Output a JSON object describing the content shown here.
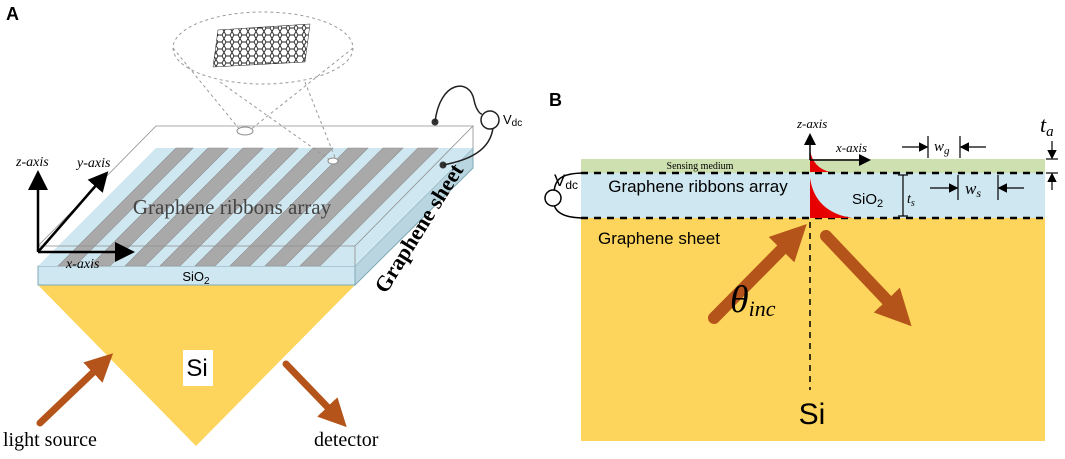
{
  "panel_a": {
    "letter": "A",
    "labels": {
      "z_axis": "z-axis",
      "y_axis": "y-axis",
      "x_axis": "x-axis",
      "ribbons": "Graphene ribbons array",
      "sio2": "SiO",
      "sio2_sub": "2",
      "graphene_sheet": "Graphene sheet",
      "si": "Si",
      "light_source": "light source",
      "detector": "detector",
      "vdc": "V",
      "vdc_sub": "dc"
    }
  },
  "panel_b": {
    "letter": "B",
    "labels": {
      "z_axis": "z-axis",
      "x_axis": "x-axis",
      "vdc": "V",
      "vdc_sub": "dc",
      "sensing_medium": "Sensing medium",
      "ribbons": "Graphene ribbons array",
      "sio2": "SiO",
      "sio2_sub": "2",
      "graphene_sheet": "Graphene sheet",
      "si": "Si",
      "theta": "θ",
      "theta_sub": "inc",
      "wg": "w",
      "wg_sub": "g",
      "ws": "w",
      "ws_sub": "s",
      "ts": "t",
      "ts_sub": "s",
      "ta": "t",
      "ta_sub": "a"
    }
  },
  "colors": {
    "substrate": "#fdd55c",
    "sio2": "#cfe7f0",
    "ribbon": "#a9a9a9",
    "ribbon_gap": "#cfe7f0",
    "sensing": "#cfe0b0",
    "arrow": "#b5541a",
    "evanescent": "#e60000"
  }
}
